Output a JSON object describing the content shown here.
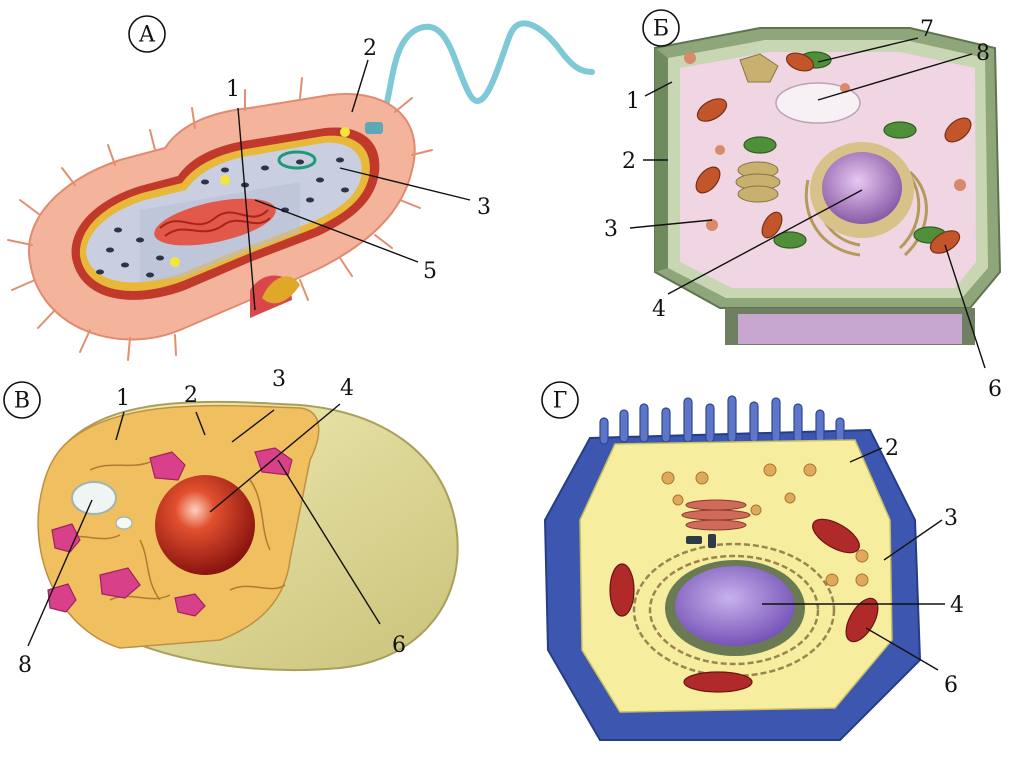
{
  "panels": {
    "a": {
      "letter": "А",
      "callouts": {
        "n1": "1",
        "n2": "2",
        "n3": "3",
        "n5": "5"
      }
    },
    "b": {
      "letter": "Б",
      "callouts": {
        "n1": "1",
        "n2": "2",
        "n3": "3",
        "n4": "4",
        "n6": "6",
        "n7": "7",
        "n8": "8"
      }
    },
    "v": {
      "letter": "В",
      "callouts": {
        "n1": "1",
        "n2": "2",
        "n3": "3",
        "n4": "4",
        "n6": "6",
        "n8": "8"
      }
    },
    "g": {
      "letter": "Г",
      "callouts": {
        "n2": "2",
        "n3": "3",
        "n4": "4",
        "n6": "6"
      }
    }
  },
  "colors": {
    "bacteria_capsule": "#f4b49c",
    "bacteria_wall": "#c0392b",
    "bacteria_cytoplasm": "#c9cfe0",
    "flagellum": "#7ec8d8",
    "plant_wall": "#7f9a6a",
    "plant_cytoplasm": "#efd6e2",
    "plant_nucleus": "#9b6fb0",
    "fungal_cell": "#e6df9a",
    "fungal_nucleus": "#c0281c",
    "mitochondria_pink": "#d9408a",
    "animal_outer": "#3d57b0",
    "animal_cytoplasm": "#f6ee9e",
    "animal_nucleus": "#8a66c4",
    "mitochondria_red": "#b02a2a"
  }
}
